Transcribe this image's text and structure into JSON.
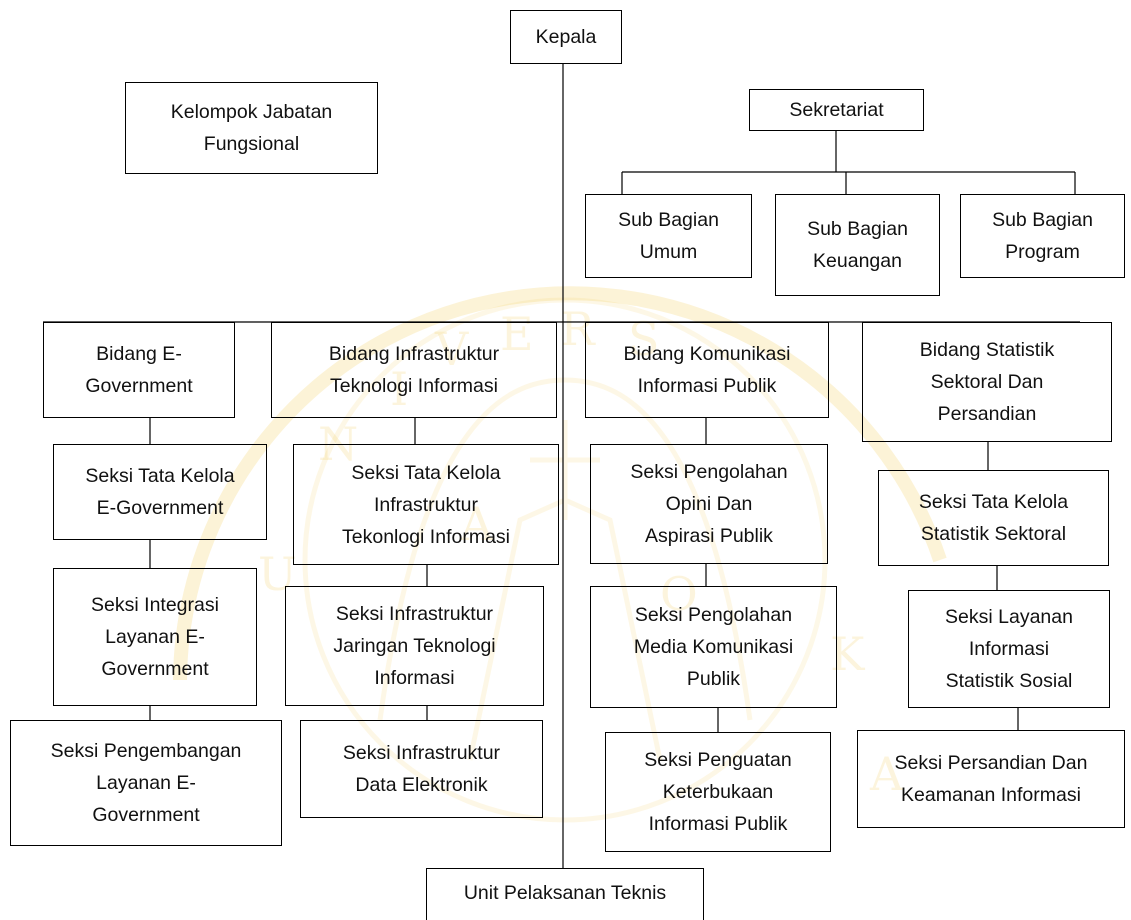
{
  "nodes": {
    "kepala": "Kepala",
    "kelompok": "Kelompok Jabatan\nFungsional",
    "sekretariat": "Sekretariat",
    "sub_umum": "Sub Bagian\nUmum",
    "sub_keuangan": "Sub Bagian\nKeuangan",
    "sub_program": "Sub Bagian\nProgram",
    "bidang_egov": "Bidang E-\nGovernment",
    "bidang_infra": "Bidang Infrastruktur\nTeknologi Informasi",
    "bidang_kip": "Bidang Komunikasi\nInformasi Publik",
    "bidang_stat": "Bidang Statistik\nSektoral Dan\nPersandian",
    "seksi_tk_egov": "Seksi Tata Kelola\nE-Government",
    "seksi_integrasi": "Seksi Integrasi\nLayanan E-\nGovernment",
    "seksi_pengembangan": "Seksi Pengembangan\nLayanan E-\nGovernment",
    "seksi_tk_infra": "Seksi Tata Kelola\nInfrastruktur\nTekonlogi Informasi",
    "seksi_jaringan": "Seksi Infrastruktur\nJaringan Teknologi\nInformasi",
    "seksi_data": "Seksi Infrastruktur\nData Elektronik",
    "seksi_opini": "Seksi Pengolahan\nOpini Dan\nAspirasi Publik",
    "seksi_media": "Seksi Pengolahan\nMedia Komunikasi\nPublik",
    "seksi_penguatan": "Seksi Penguatan\nKeterbukaan\nInformasi Publik",
    "seksi_tk_stat": "Seksi Tata Kelola\nStatistik Sektoral",
    "seksi_layanan_stat": "Seksi Layanan\nInformasi\nStatistik Sosial",
    "seksi_persandian": "Seksi Persandian Dan\nKeamanan Informasi",
    "upt": "Unit Pelaksanan Teknis"
  },
  "watermark": {
    "letters": "UNIVERSITAS KATOLIK",
    "color": "#f2c84a"
  }
}
